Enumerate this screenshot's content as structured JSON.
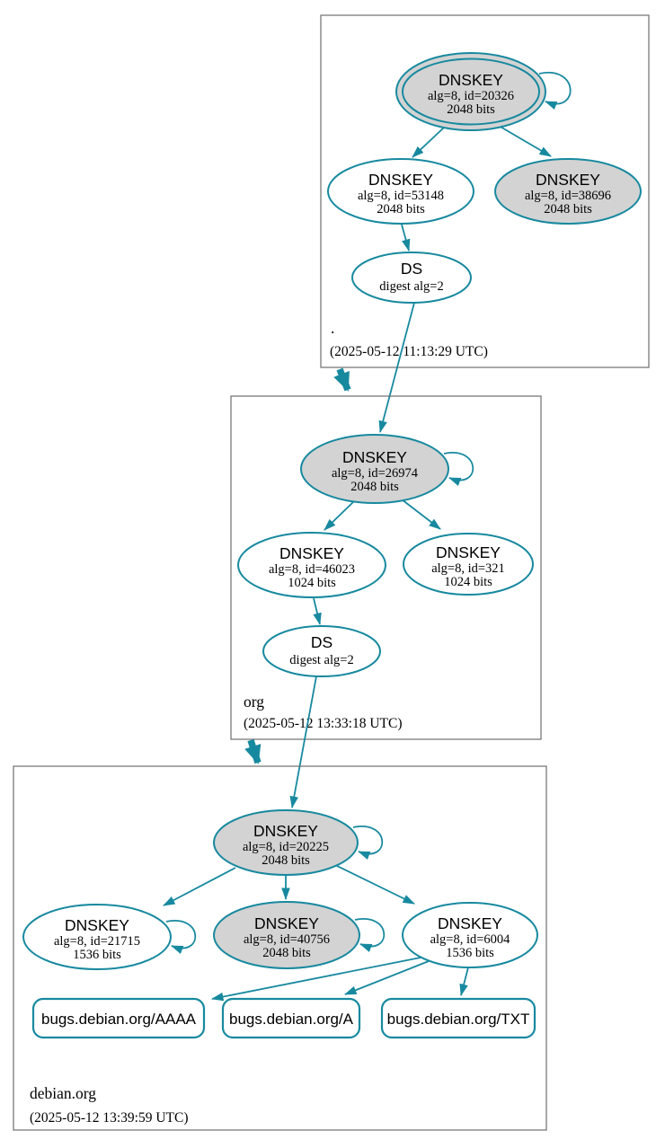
{
  "colors": {
    "accent_teal": "#17899f",
    "node_fill_gray": "#d3d3d3",
    "node_fill_white": "#ffffff",
    "zone_box_border": "#6e6e6e",
    "text": "#000000"
  },
  "zones": {
    "root": {
      "label": ".",
      "timestamp": "(2025-05-12 11:13:29 UTC)",
      "nodes": {
        "ksk": {
          "title": "DNSKEY",
          "detail1": "alg=8, id=20326",
          "detail2": "2048 bits"
        },
        "zsk": {
          "title": "DNSKEY",
          "detail1": "alg=8, id=53148",
          "detail2": "2048 bits"
        },
        "key2": {
          "title": "DNSKEY",
          "detail1": "alg=8, id=38696",
          "detail2": "2048 bits"
        },
        "ds": {
          "title": "DS",
          "detail1": "digest alg=2"
        }
      }
    },
    "org": {
      "label": "org",
      "timestamp": "(2025-05-12 13:33:18 UTC)",
      "nodes": {
        "ksk": {
          "title": "DNSKEY",
          "detail1": "alg=8, id=26974",
          "detail2": "2048 bits"
        },
        "zsk": {
          "title": "DNSKEY",
          "detail1": "alg=8, id=46023",
          "detail2": "1024 bits"
        },
        "key2": {
          "title": "DNSKEY",
          "detail1": "alg=8, id=321",
          "detail2": "1024 bits"
        },
        "ds": {
          "title": "DS",
          "detail1": "digest alg=2"
        }
      }
    },
    "debian": {
      "label": "debian.org",
      "timestamp": "(2025-05-12 13:39:59 UTC)",
      "nodes": {
        "ksk": {
          "title": "DNSKEY",
          "detail1": "alg=8, id=20225",
          "detail2": "2048 bits"
        },
        "key21715": {
          "title": "DNSKEY",
          "detail1": "alg=8, id=21715",
          "detail2": "1536 bits"
        },
        "key40756": {
          "title": "DNSKEY",
          "detail1": "alg=8, id=40756",
          "detail2": "2048 bits"
        },
        "key6004": {
          "title": "DNSKEY",
          "detail1": "alg=8, id=6004",
          "detail2": "1536 bits"
        }
      },
      "records": {
        "aaaa": "bugs.debian.org/AAAA",
        "a": "bugs.debian.org/A",
        "txt": "bugs.debian.org/TXT"
      }
    }
  }
}
